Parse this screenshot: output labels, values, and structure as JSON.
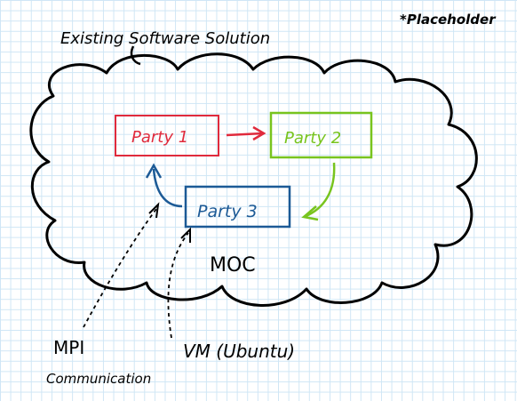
{
  "title": "Existing Software Solution",
  "note": "*Placeholder",
  "cloud_label": "MOC",
  "parties": [
    {
      "label": "Party 1",
      "color": "#e02a3c"
    },
    {
      "label": "Party 2",
      "color": "#78c41e"
    },
    {
      "label": "Party 3",
      "color": "#1c5a96"
    }
  ],
  "annotations": {
    "mpi": "MPI",
    "mpi_sub": "Communication",
    "vm": "VM (Ubuntu)"
  }
}
